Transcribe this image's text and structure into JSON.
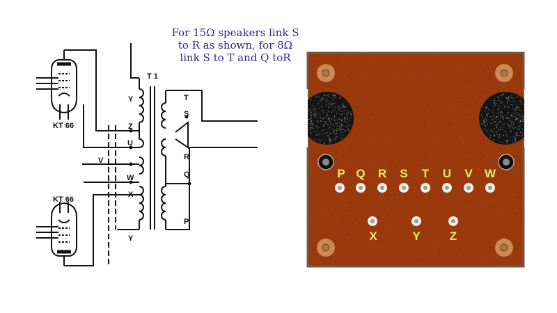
{
  "note": {
    "line1": "For 15Ω speakers link S",
    "line2": "to R as shown, for 8Ω",
    "line3": "link S to T and Q toR"
  },
  "schematic": {
    "transformer_label": "T 1",
    "tube_top_label": "KT 66",
    "tube_bottom_label": "KT 66",
    "v_label": "V",
    "primary_labels": [
      "Y",
      "Z",
      "U",
      "W",
      "X",
      "Y"
    ],
    "secondary_labels": [
      "T",
      "S",
      "R",
      "Q",
      "P"
    ]
  },
  "pcb": {
    "top_row_labels": [
      "P",
      "Q",
      "R",
      "S",
      "T",
      "U",
      "V",
      "W"
    ],
    "bottom_row_labels": [
      "X",
      "Y",
      "Z"
    ]
  },
  "colors": {
    "board": "#9a3a0c",
    "board_border": "#6f5a4a",
    "pad_label": "#f2ec6a",
    "note_text": "#2b2a8c"
  }
}
